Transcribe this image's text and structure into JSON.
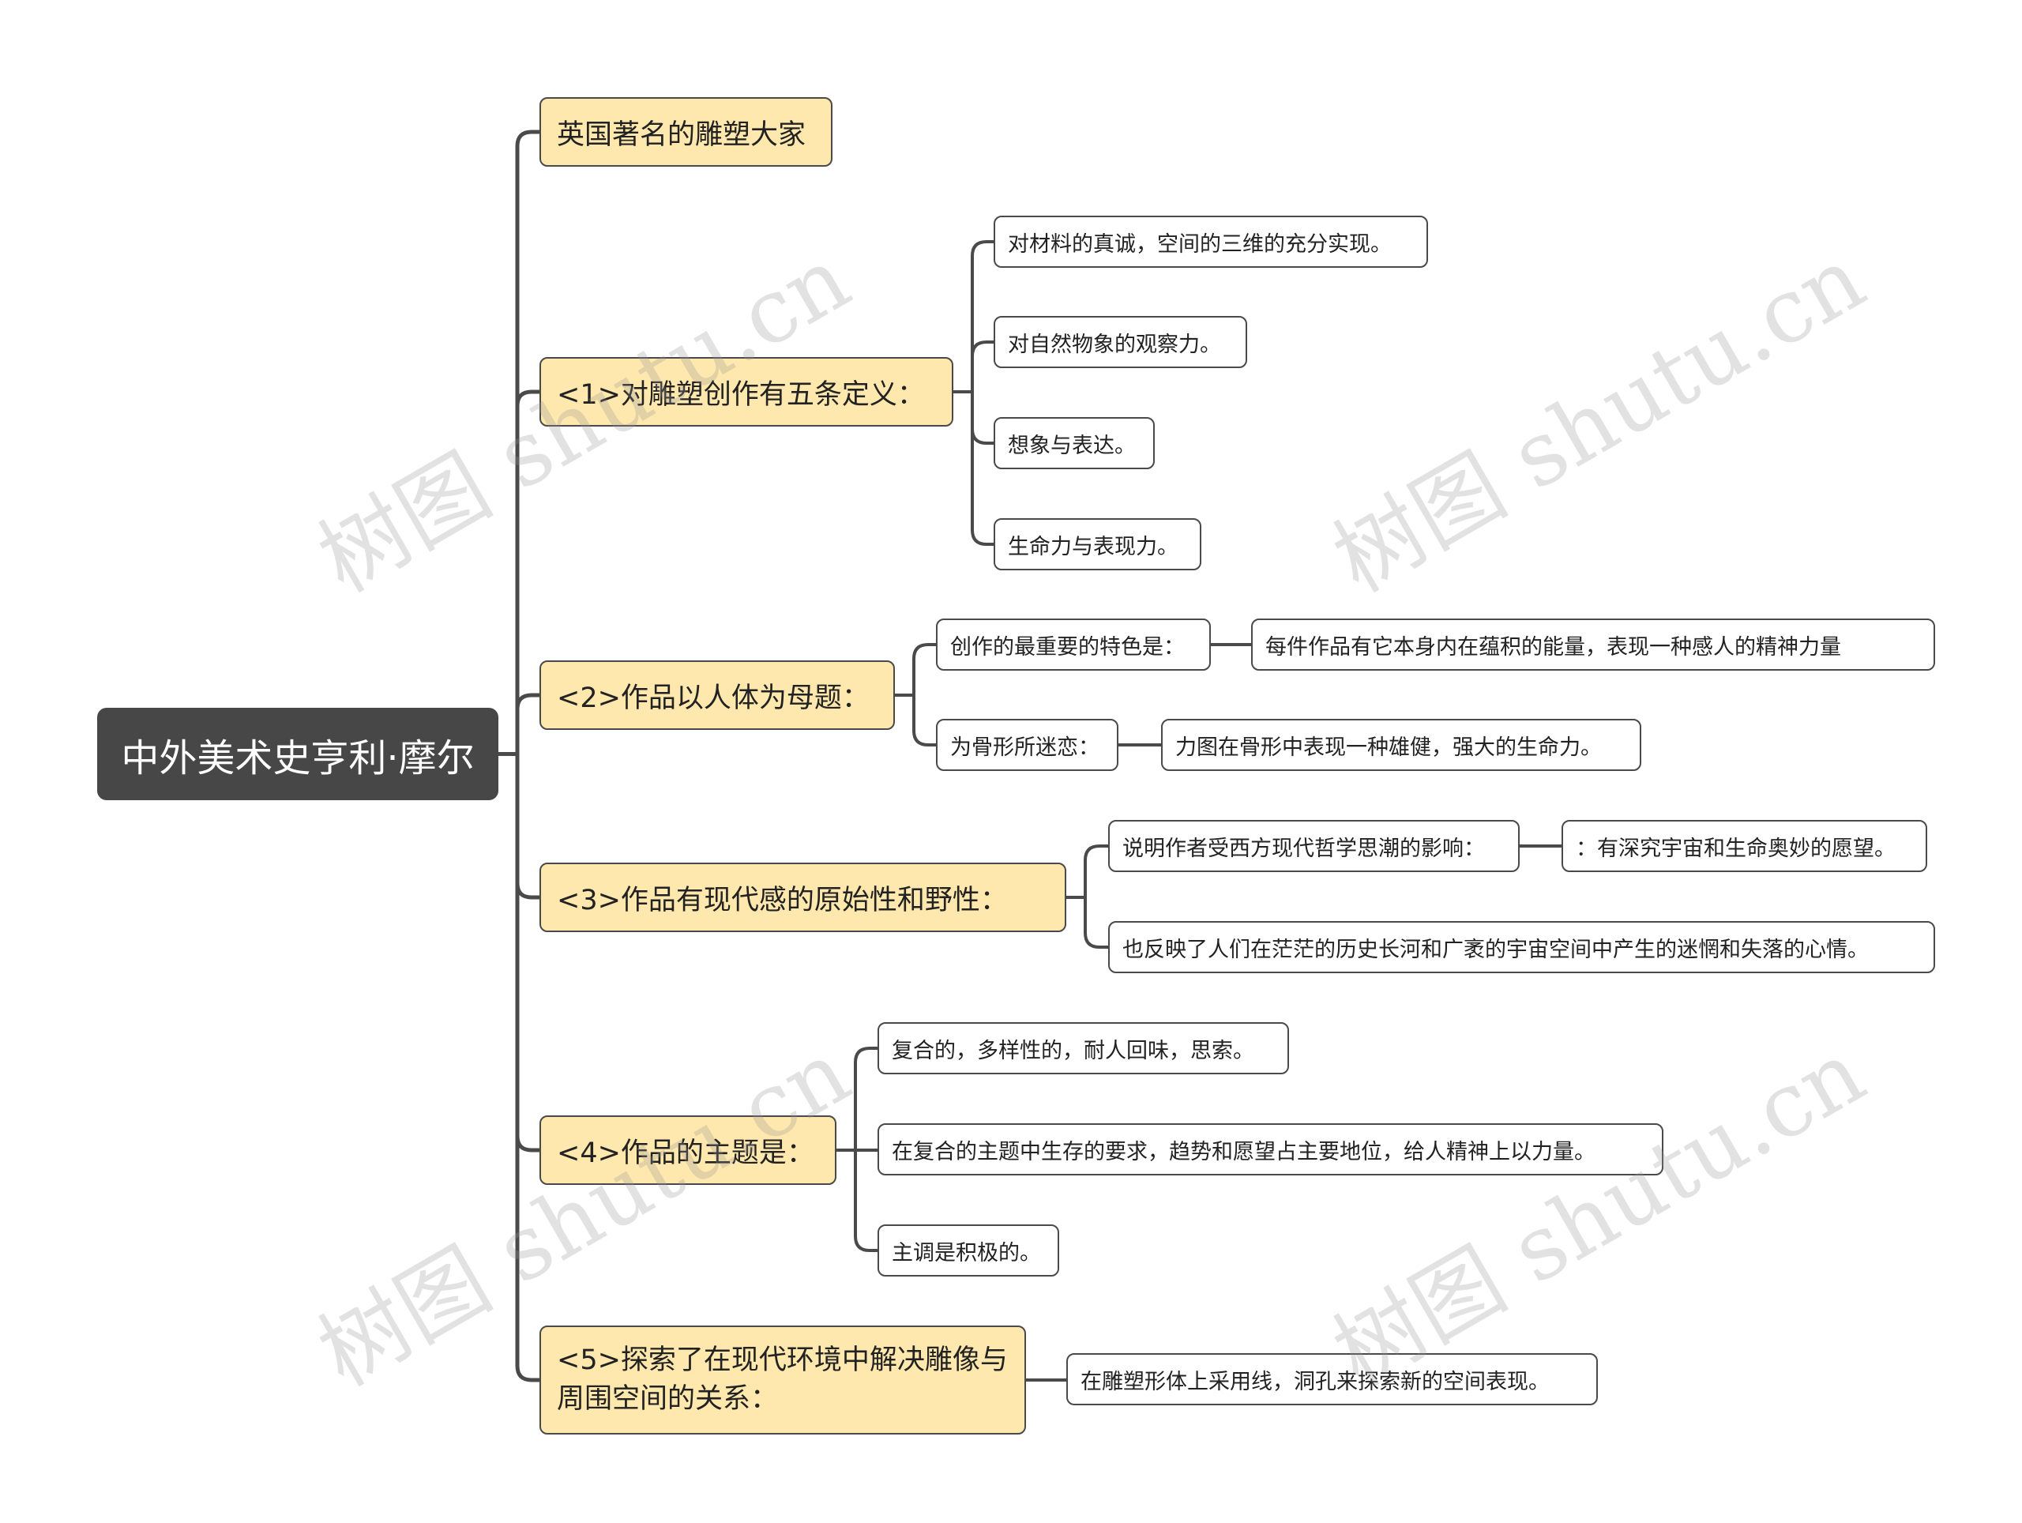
{
  "root": "中外美术史亨利·摩尔",
  "watermark": "树图 shutu.cn",
  "colors": {
    "root_bg": "#474747",
    "branch_bg": "#ffe8ad",
    "leaf_bg": "#ffffff",
    "line": "#4a4a4a"
  },
  "branches": [
    {
      "label": "英国著名的雕塑大家"
    },
    {
      "label": "<1>对雕塑创作有五条定义：",
      "children": [
        "对材料的真诚，空间的三维的充分实现。",
        "对自然物象的观察力。",
        "想象与表达。",
        "生命力与表现力。"
      ]
    },
    {
      "label": "<2>作品以人体为母题：",
      "children": [
        {
          "label": "创作的最重要的特色是：",
          "child": "每件作品有它本身内在蕴积的能量，表现一种感人的精神力量"
        },
        {
          "label": "为骨形所迷恋：",
          "child": "力图在骨形中表现一种雄健，强大的生命力。"
        }
      ]
    },
    {
      "label": "<3>作品有现代感的原始性和野性：",
      "children": [
        {
          "label": "说明作者受西方现代哲学思潮的影响：",
          "child": "：有深究宇宙和生命奥妙的愿望。"
        },
        "也反映了人们在茫茫的历史长河和广袤的宇宙空间中产生的迷惘和失落的心情。"
      ]
    },
    {
      "label": "<4>作品的主题是：",
      "children": [
        "复合的，多样性的，耐人回味，思索。",
        "在复合的主题中生存的要求，趋势和愿望占主要地位，给人精神上以力量。",
        "主调是积极的。"
      ]
    },
    {
      "label": "<5>探索了在现代环境中解决雕像与周围空间的关系：",
      "children": [
        "在雕塑形体上采用线，洞孔来探索新的空间表现。"
      ]
    }
  ]
}
